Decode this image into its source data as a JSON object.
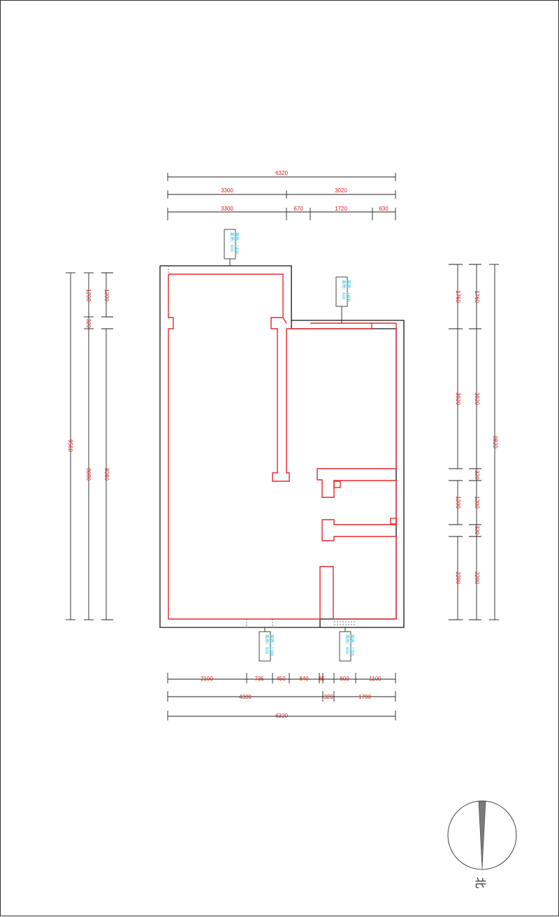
{
  "floor_plan": {
    "top_dims": {
      "overall": "6320",
      "row2": [
        "3300",
        "3020"
      ],
      "row3": [
        "3300",
        "670",
        "1720",
        "630"
      ]
    },
    "bottom_dims": {
      "row1": [
        "2190",
        "735",
        "450",
        "840",
        "85",
        "600",
        "1100"
      ],
      "row2": [
        "4300",
        "320",
        "1700"
      ],
      "overall": "6320"
    },
    "left_dims": {
      "overall": "9560",
      "col2": [
        "1200",
        "320",
        "8080"
      ],
      "col3": [
        "1200",
        "8080"
      ]
    },
    "right_dims": {
      "col1": [
        "1760",
        "3920",
        "320",
        "1200",
        "330",
        "2290"
      ],
      "col2": [
        "1760",
        "3920",
        "1200",
        "330",
        "2290"
      ],
      "overall": "9820"
    },
    "window_tags": [
      {
        "line1": "窗高：1400",
        "line2": "离地：600"
      },
      {
        "line1": "窗高：1400",
        "line2": "离地：600"
      },
      {
        "line1": "窗高：1300",
        "line2": "离地：900"
      },
      {
        "line1": "窗高：1300",
        "line2": "离地：900"
      }
    ],
    "compass": {
      "label": "北"
    },
    "colors": {
      "inner_wall": "#e8262e",
      "outer_wall": "#111111",
      "dim_text": "#d31c1c",
      "window_text": "#1fc7de"
    }
  }
}
